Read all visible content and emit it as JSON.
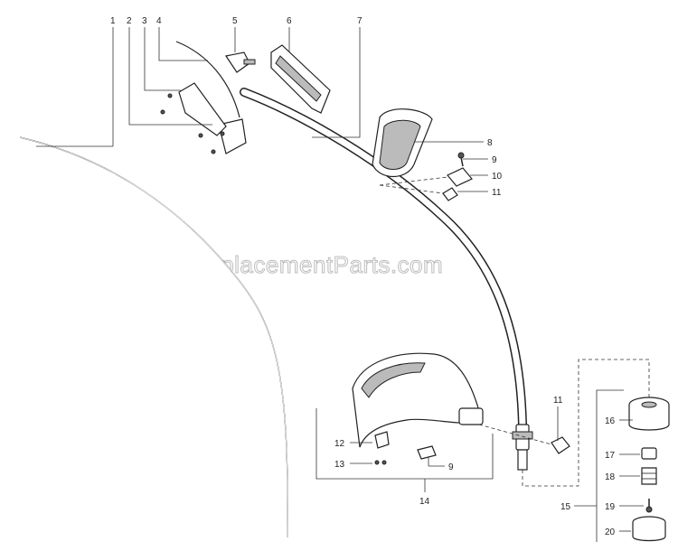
{
  "watermark": "eReplacementParts.com",
  "callouts": {
    "c1": "1",
    "c2": "2",
    "c3": "3",
    "c4": "4",
    "c5": "5",
    "c6": "6",
    "c7": "7",
    "c8": "8",
    "c9a": "9",
    "c10": "10",
    "c11a": "11",
    "c11b": "11",
    "c12": "12",
    "c13": "13",
    "c9b": "9",
    "c14": "14",
    "c15": "15",
    "c16": "16",
    "c17": "17",
    "c18": "18",
    "c19": "19",
    "c20": "20"
  }
}
